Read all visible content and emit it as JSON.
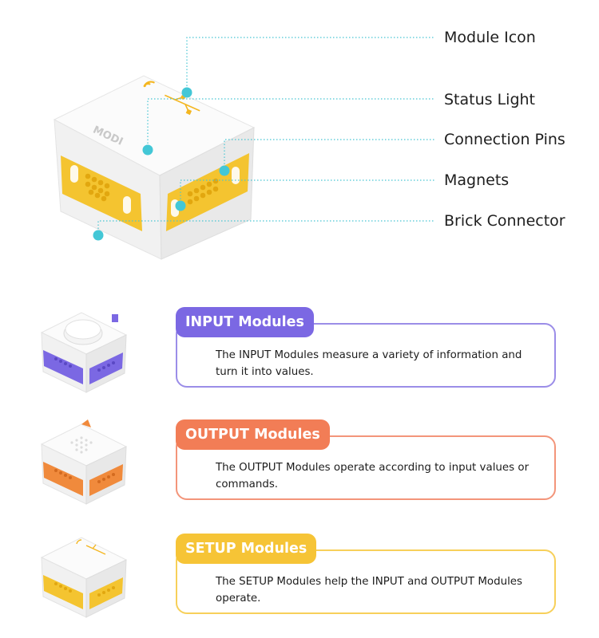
{
  "callouts": [
    {
      "label": "Module Icon"
    },
    {
      "label": "Status Light"
    },
    {
      "label": "Connection Pins"
    },
    {
      "label": "Magnets"
    },
    {
      "label": "Brick Connector"
    }
  ],
  "hero": {
    "brand_text": "MODI"
  },
  "modules": [
    {
      "title": "INPUT Modules",
      "description_lines": [
        "The INPUT Modules measure a variety of information and",
        "turn it into values."
      ],
      "color": "#7b68e3",
      "border_color": "#9b8de8"
    },
    {
      "title": "OUTPUT Modules",
      "description_lines": [
        "The OUTPUT Modules operate according to input values or",
        "commands."
      ],
      "color": "#f27d56",
      "border_color": "#f3957a"
    },
    {
      "title": "SETUP Modules",
      "description_lines": [
        "The SETUP Modules help the INPUT and OUTPUT Modules",
        "operate."
      ],
      "color": "#f6c436",
      "border_color": "#f7d05a"
    }
  ],
  "colors": {
    "callout_line": "#47c5d3",
    "callout_dot": "#43c7d6",
    "cube_body": "#f7f7f7",
    "connector_yellow": "#f4c430",
    "connector_purple": "#7b68e3",
    "connector_orange": "#f08a3c"
  }
}
